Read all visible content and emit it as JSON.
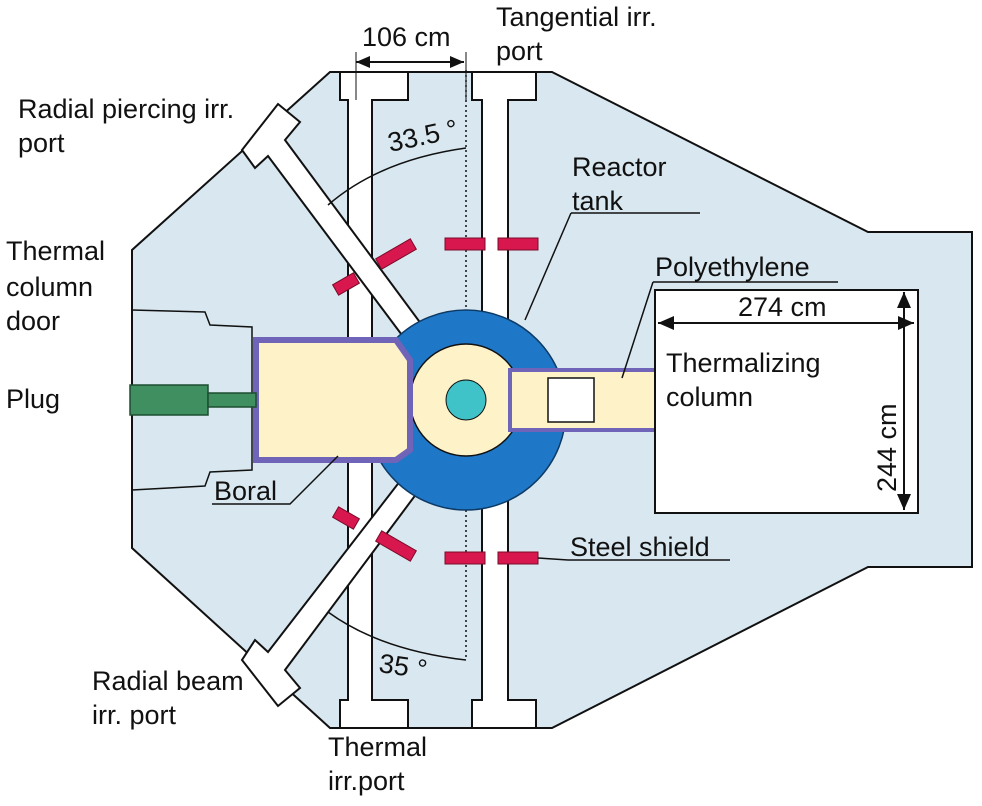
{
  "diagram": {
    "labels": {
      "dim_106": "106 cm",
      "tangential_1": "Tangential irr.",
      "tangential_2": "port",
      "radial_piercing_1": "Radial piercing irr.",
      "radial_piercing_2": "port",
      "angle_top": "33.5 °",
      "reactor_tank_1": "Reactor",
      "reactor_tank_2": "tank",
      "thermal_door_1": "Thermal",
      "thermal_door_2": "column",
      "thermal_door_3": "door",
      "polyethylene": "Polyethylene",
      "dim_274": "274 cm",
      "thermalizing_1": "Thermalizing",
      "thermalizing_2": "column",
      "plug": "Plug",
      "dim_244": "244 cm",
      "boral": "Boral",
      "steel_shield": "Steel shield",
      "angle_bottom": "35 °",
      "radial_beam_1": "Radial beam",
      "radial_beam_2": "irr. port",
      "thermal_irr_1": "Thermal",
      "thermal_irr_2": "irr.port"
    },
    "colors": {
      "shield": "#d9e8f0",
      "reactor_tank": "#1f77c8",
      "core": "#fdf2c8",
      "plug": "#3f8f60",
      "boral": "#6f64b8",
      "steel": "#d7174e"
    }
  }
}
